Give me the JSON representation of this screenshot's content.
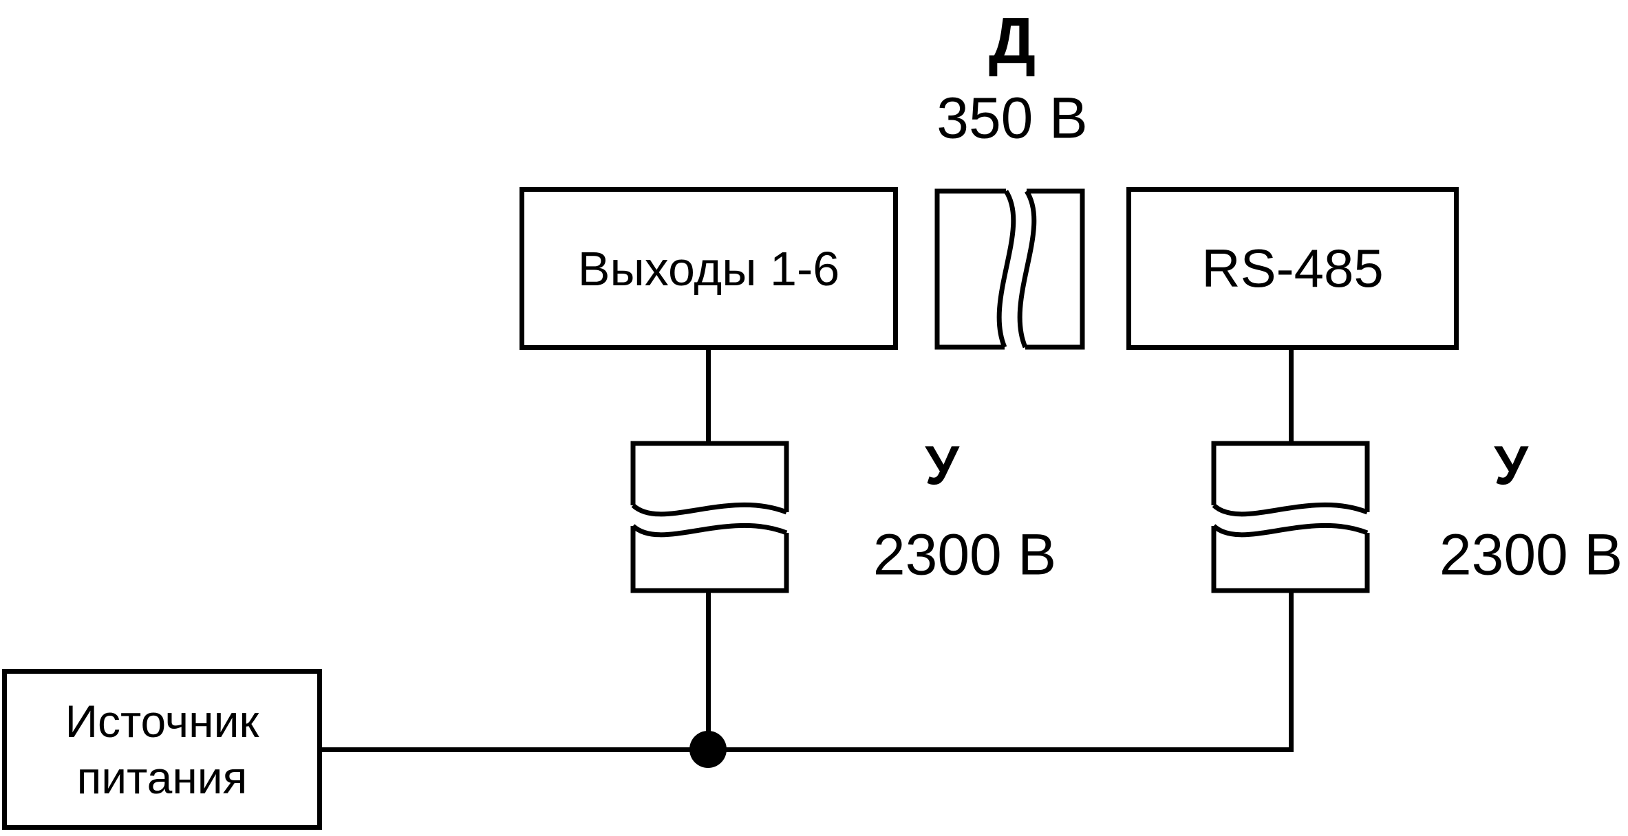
{
  "diagram": {
    "blocks": {
      "outputs": {
        "label": "Выходы 1-6"
      },
      "rs485": {
        "label": "RS-485"
      },
      "power_source": {
        "line1": "Источник",
        "line2": "питания"
      }
    },
    "barriers": {
      "top": {
        "designation": "Д",
        "voltage": "350 В"
      },
      "left": {
        "designation": "У",
        "voltage": "2300 В"
      },
      "right": {
        "designation": "У",
        "voltage": "2300 В"
      }
    },
    "colors": {
      "stroke": "#000000",
      "background": "#ffffff"
    }
  }
}
